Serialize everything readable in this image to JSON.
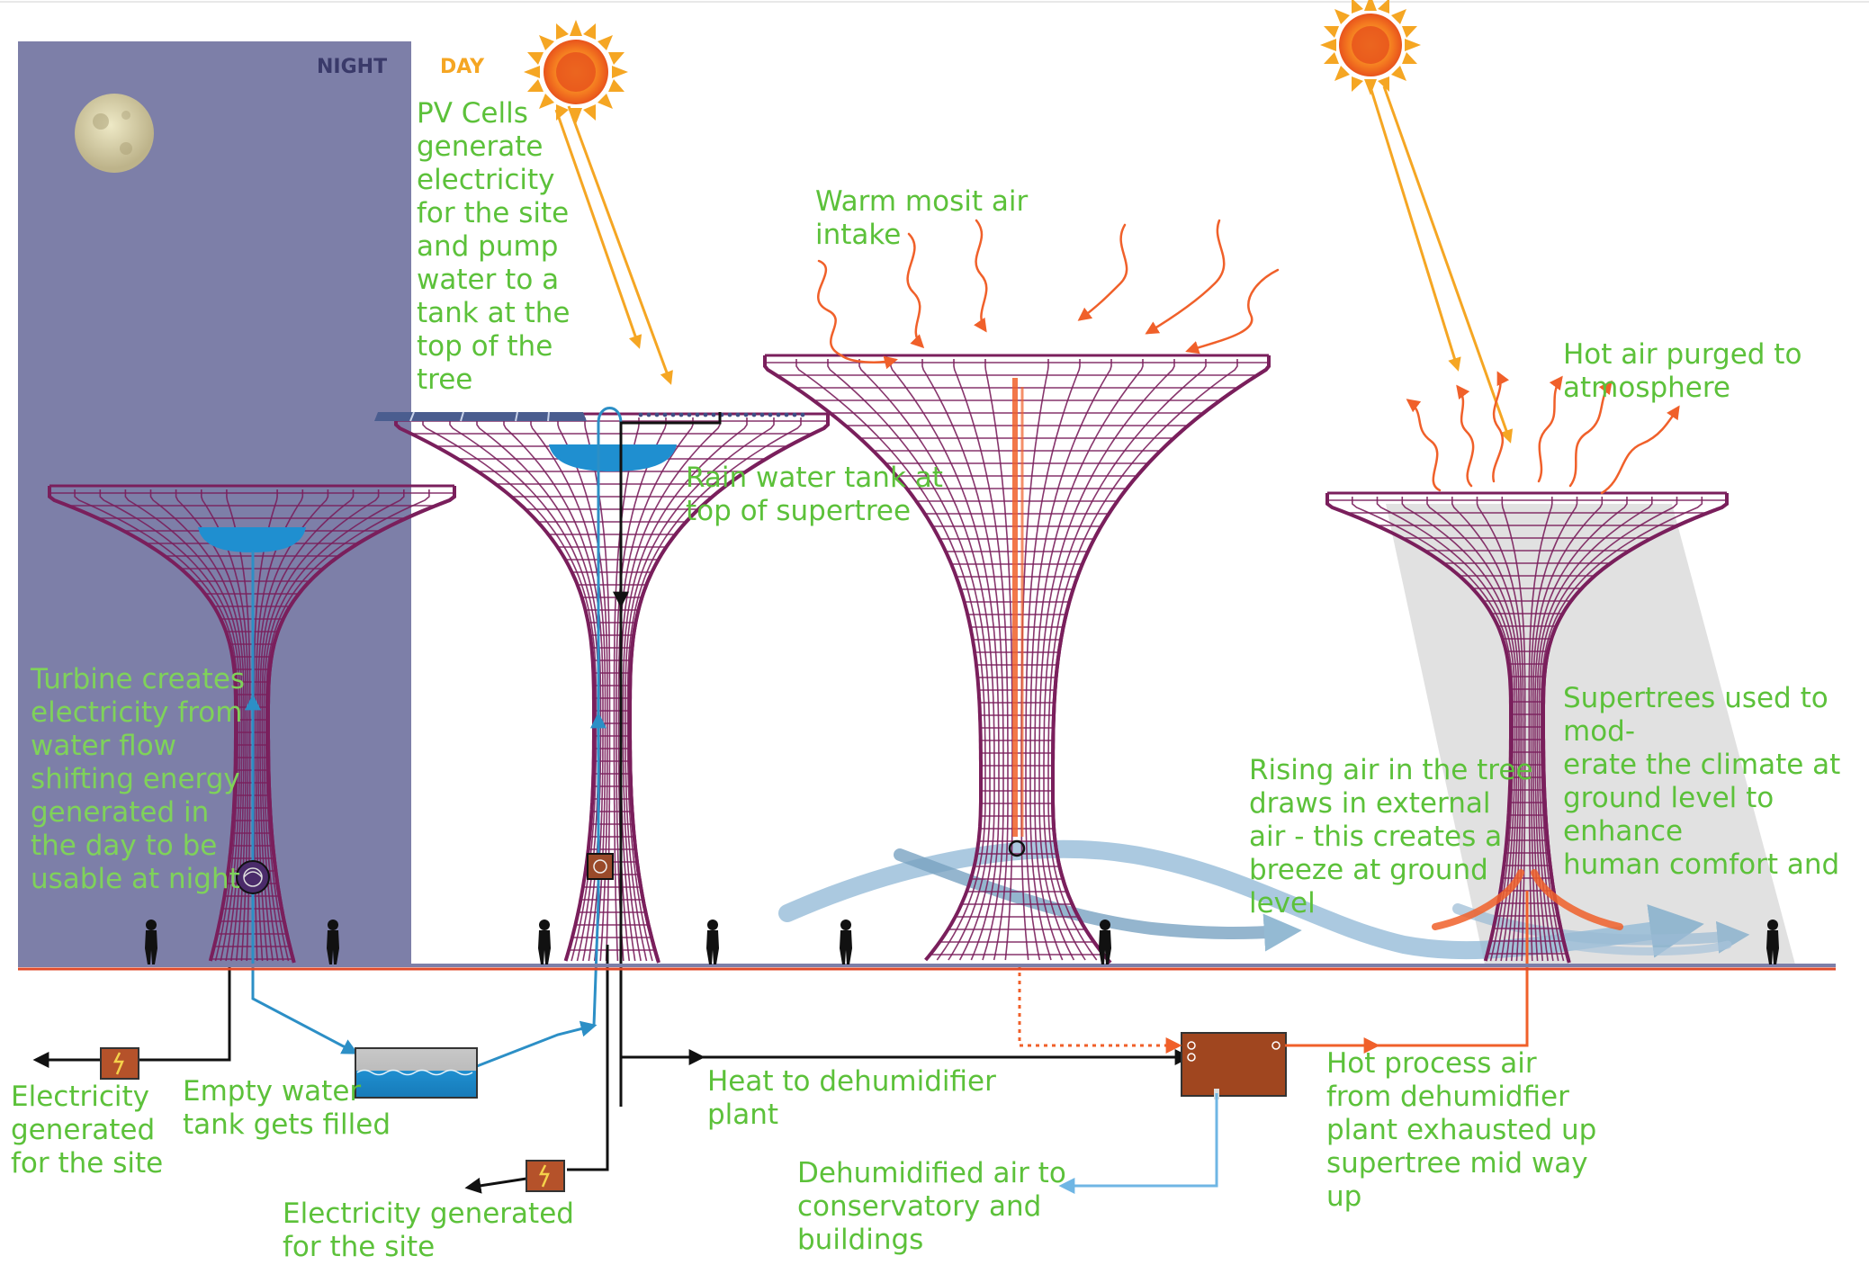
{
  "header": {
    "night_label": "NIGHT",
    "day_label": "DAY"
  },
  "labels": {
    "pv_cells": "PV Cells\ngenerate\nelectricity\nfor the site\nand pump\nwater to a\ntank at the\ntop of the\ntree",
    "warm_air": "Warm mosit air\nintake",
    "hot_air_purged": "Hot air purged to\natmosphere",
    "rain_tank": "Rain water tank at\ntop of supertree",
    "turbine": "Turbine creates\nelectricity from\nwater flow\nshifting energy\ngenerated in\nthe day to be\nusable at night",
    "rising_air": "Rising air in the tree\ndraws in external\nair - this creates a\nbreeze at ground\nlevel",
    "supertrees_climate": "Supertrees used to mod-\nerate the climate at\nground level to enhance\nhuman comfort and",
    "electricity_left": "Electricity\ngenerated\nfor the site",
    "empty_tank": "Empty water\ntank gets filled",
    "heat_dehumid": "Heat to dehumidifier\nplant",
    "electricity_bottom": "Electricity generated\nfor the site",
    "dehumidified_air": "Dehumidified air to\nconservatory and\nbuildings",
    "hot_process_air": "Hot process air\nfrom dehumidfier\nplant exhausted up\nsupertree mid way\nup"
  },
  "colors": {
    "night_panel": "#7d7fa8",
    "tree_frame": "#7a1f5c",
    "label_green": "#5cc13a",
    "water_blue": "#2c8fc6",
    "air_orange": "#f0602a",
    "sun_orange": "#f5a623",
    "ground_line": "#e04a2a",
    "generator_brown": "#b5522a"
  },
  "icons": [
    "moon-icon",
    "sun-icon",
    "sun-icon",
    "pv-panel-icon",
    "turbine-icon",
    "generator-icon",
    "person-icon"
  ]
}
